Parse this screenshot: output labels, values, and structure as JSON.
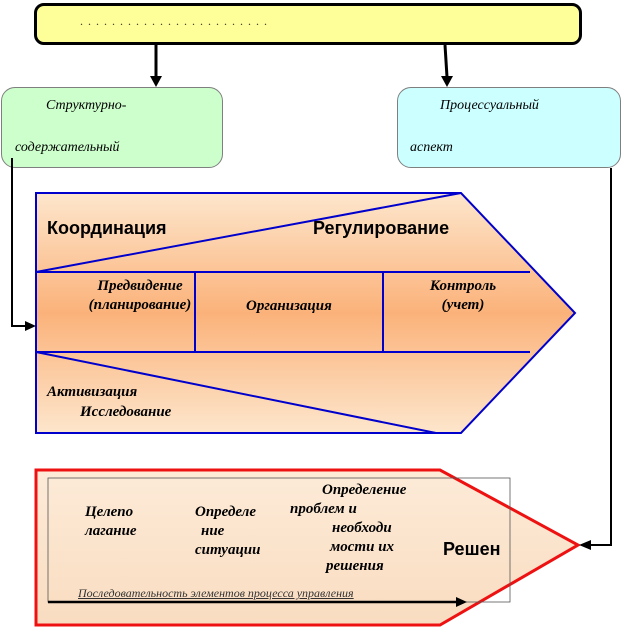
{
  "top_box": {
    "text": ". . . .   . . . . . . . . . .   .   . . . . . . . . ."
  },
  "structural_aspect": {
    "line1": "Структурно-",
    "line2": "содержательный"
  },
  "process_aspect": {
    "line1": "Процессуальный",
    "line2": "аспект"
  },
  "management_functions": {
    "coordination": "Координация",
    "regulation": "Регулирование",
    "foresight_line1": "Предвидение",
    "foresight_line2": "(планирование)",
    "organization": "Организация",
    "control_line1": "Контроль",
    "control_line2": "(учет)",
    "activation": "Активизация",
    "research": "Исследование"
  },
  "decision_process": {
    "goal_setting_line1": "Целепо",
    "goal_setting_line2": "лагание",
    "situation_line1": "Определе",
    "situation_line2": "ние",
    "situation_line3": "ситуации",
    "problems_line1": "Определение",
    "problems_line2": "проблем и",
    "problems_line3": "необходи",
    "problems_line4": "мости их",
    "problems_line5": "решения",
    "decision": "Решен",
    "sequence_label": "Последовательность  элементов процесса  управления"
  },
  "colors": {
    "top_box_fill": "#ffff99",
    "structural_fill": "#ccffcc",
    "process_fill": "#ccffff",
    "pentagon_outline": "#0000cc",
    "band_gradient_top": "#fde6cc",
    "band_gradient_mid": "#fbb27a",
    "decision_outline": "#ee1111",
    "decision_fill": "#fbe6cc"
  }
}
